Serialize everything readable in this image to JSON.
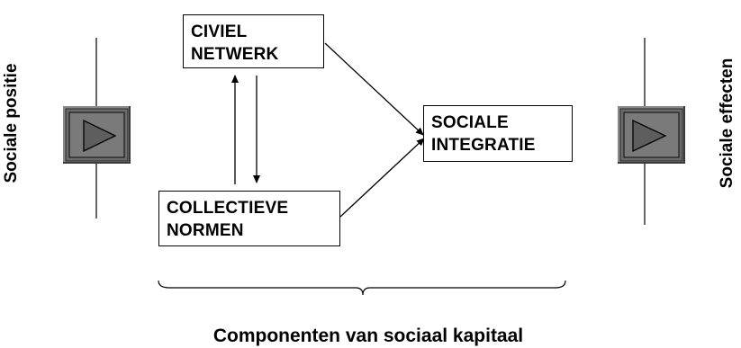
{
  "diagram": {
    "boxes": {
      "civiel": {
        "line1": "CIVIEL",
        "line2": "NETWERK"
      },
      "collectieve": {
        "line1": "COLLECTIEVE",
        "line2": "NORMEN"
      },
      "sociale": {
        "line1": "SOCIALE",
        "line2": "INTEGRATIE"
      }
    },
    "left_label": "Sociale positie",
    "right_label": "Sociale effecten",
    "caption": "Componenten van sociaal kapitaal"
  },
  "colors": {
    "stroke": "#000000",
    "play_button_fill": "#7a7a7a",
    "play_button_inner": "#6b6b6b",
    "play_button_highlight": "#bdbdbd",
    "play_button_shadow": "#3a3a3a"
  },
  "icons": {
    "left_slider_button": "play-triangle-icon",
    "right_slider_button": "play-triangle-icon"
  }
}
